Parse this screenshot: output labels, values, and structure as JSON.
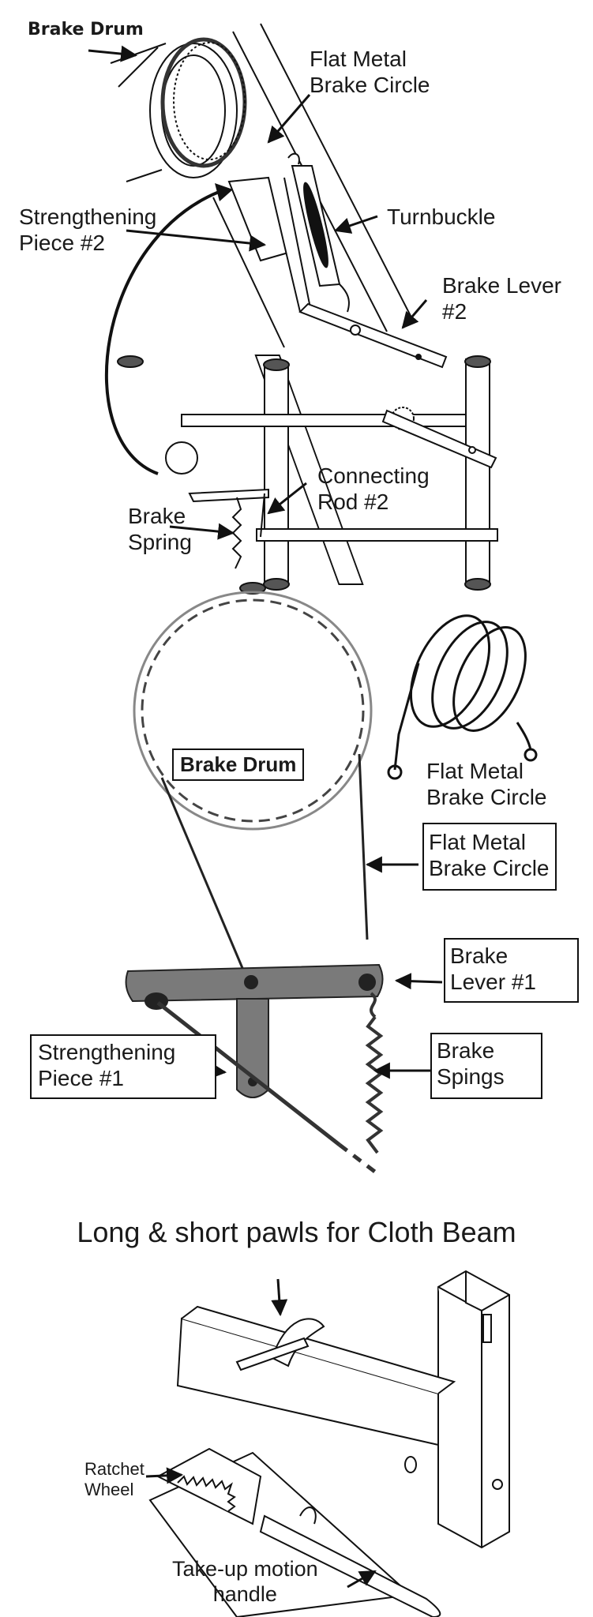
{
  "panel1": {
    "brake_drum": "Brake Drum",
    "flat_metal_circle": [
      "Flat Metal",
      "Brake Circle"
    ],
    "strengthening_piece": [
      "Strengthening",
      "Piece #2"
    ],
    "turnbuckle": "Turnbuckle",
    "brake_lever": [
      "Brake Lever",
      "#2"
    ],
    "connecting_rod": [
      "Connecting",
      "Rod #2"
    ],
    "brake_spring": [
      "Brake",
      "Spring"
    ]
  },
  "panel2": {
    "brake_drum": "Brake Drum",
    "flat_metal_circle_top": [
      "Flat Metal",
      "Brake Circle"
    ],
    "flat_metal_circle_box": [
      "Flat Metal",
      "Brake Circle"
    ],
    "brake_lever": [
      "Brake",
      "Lever #1"
    ],
    "strengthening_piece": [
      "Strengthening",
      "Piece #1"
    ],
    "brake_springs": [
      "Brake",
      "Spings"
    ]
  },
  "panel3": {
    "title": "Long & short pawls for Cloth Beam",
    "ratchet_wheel": [
      "Ratchet",
      "Wheel"
    ],
    "take_up_handle": [
      "Take-up motion",
      "handle"
    ]
  }
}
